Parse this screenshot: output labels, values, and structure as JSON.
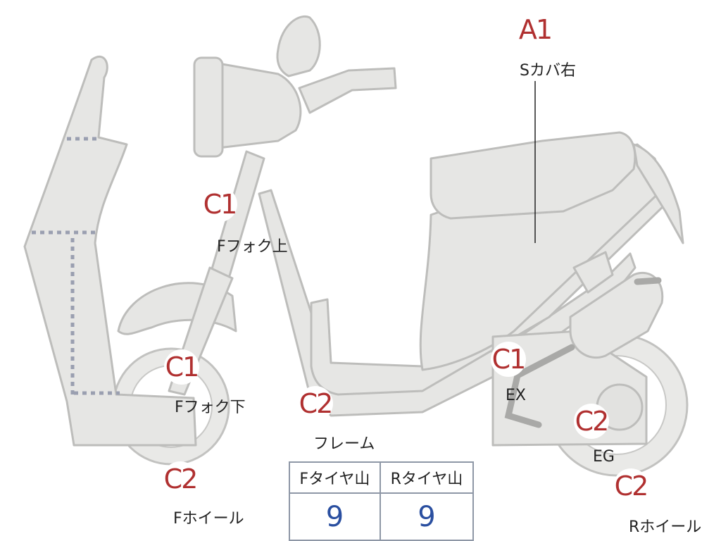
{
  "markers": [
    {
      "id": "s-cover-right",
      "code": "A1",
      "label": "Sカバ右"
    },
    {
      "id": "f-fork-upper",
      "code": "C1",
      "label": "Fフォク上"
    },
    {
      "id": "f-fork-lower",
      "code": "C1",
      "label": "Fフォク下"
    },
    {
      "id": "f-wheel",
      "code": "C2",
      "label": "Fホイール"
    },
    {
      "id": "frame",
      "code": "C2",
      "label": "フレーム"
    },
    {
      "id": "exhaust",
      "code": "C1",
      "label": "EX"
    },
    {
      "id": "engine",
      "code": "C2",
      "label": "EG"
    },
    {
      "id": "r-wheel",
      "code": "C2",
      "label": "Rホイール"
    }
  ],
  "tread_table": {
    "headers": [
      "Fタイヤ山",
      "Rタイヤ山"
    ],
    "values": [
      "9",
      "9"
    ]
  },
  "colors": {
    "body_fill": "#e6e6e4",
    "outline": "#bdbdbb",
    "marker_text": "#b03030",
    "tread_value": "#2a4fa0",
    "table_border": "#8e97a6"
  }
}
